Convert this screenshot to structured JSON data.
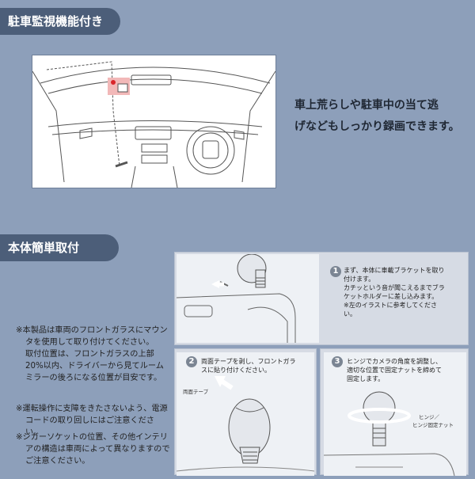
{
  "sections": {
    "parking_title": "駐車監視機能付き",
    "mount_title": "本体簡単取付"
  },
  "parking_desc": [
    "車上荒らしや駐車中の当て逃",
    "げなどもしっかり録画できます。"
  ],
  "steps": [
    {
      "num": "1",
      "text": [
        "まず、本体に車載ブラケットを取り",
        "付けます。",
        "カチッという音が聞こえるまでブラ",
        "ケットホルダーに差し込みます。",
        "※左のイラストに参考してくださ",
        "い。"
      ]
    },
    {
      "num": "2",
      "text": [
        "両面テープを剥し、フロントガラ",
        "スに貼り付けください。"
      ],
      "label": "両面テープ"
    },
    {
      "num": "3",
      "text": [
        "ヒンジでカメラの角度を調整し、",
        "適切な位置で固定ナットを締めて",
        "固定します。"
      ],
      "labels": [
        "ヒンジ／",
        "ヒンジ固定ナット"
      ]
    }
  ],
  "notes": [
    [
      "※本製品は車両のフロントガラスにマウン",
      "タを使用して取り付けてください。",
      "取付位置は、フロントガラスの上部",
      "20%以内、ドライバーから見てルーム",
      "ミラーの後ろになる位置が目安です。"
    ],
    [
      "※運転操作に支障をきたさないよう、電源",
      "コードの取り回しにはご注意ください。"
    ],
    [
      "※シガーソケットの位置、その他インテリ",
      "アの構造は車両によって異なりますので",
      "ご注意ください。"
    ]
  ],
  "colors": {
    "background": "#8d9fba",
    "tag": "#4c5e79",
    "marker": "#d9252a"
  }
}
